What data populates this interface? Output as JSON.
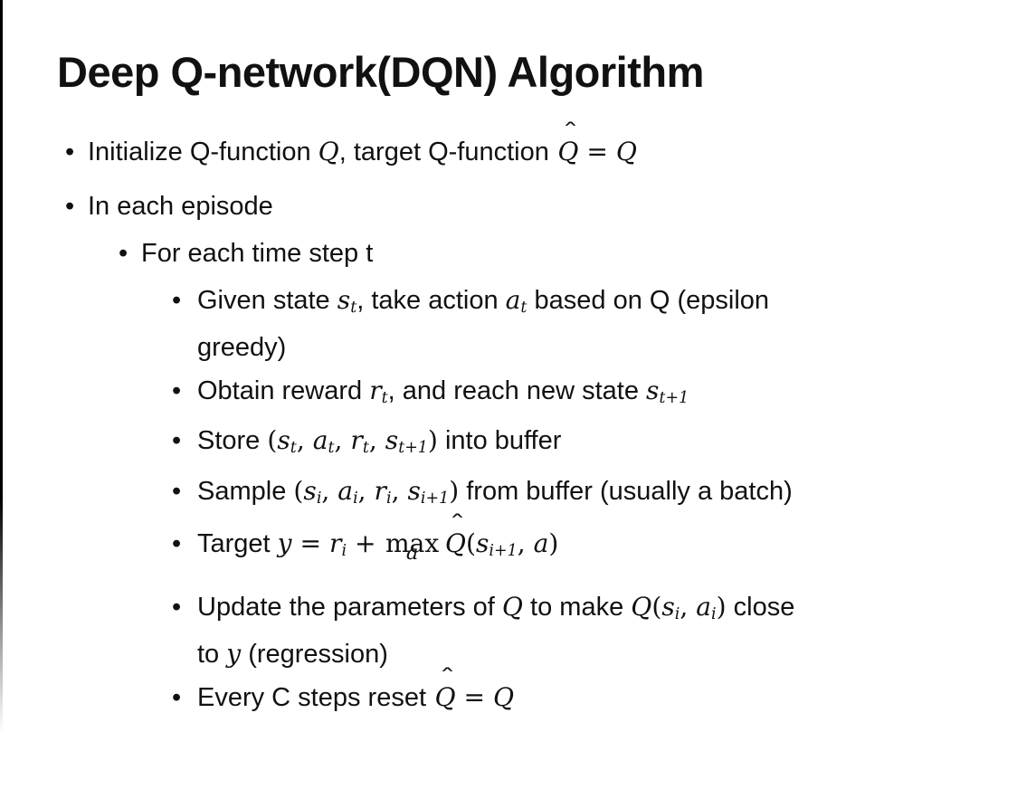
{
  "colors": {
    "background": "#ffffff",
    "text": "#111111",
    "border_line": "#000000"
  },
  "slide": {
    "title": "Deep Q-network(DQN) Algorithm",
    "bullet_glyph": "•",
    "bullets": [
      {
        "level": 1,
        "segments": [
          {
            "s": "Initialize Q-function "
          },
          {
            "m": "Q"
          },
          {
            "s": ", target Q-function "
          },
          {
            "hat": "Q"
          },
          {
            "r": " = "
          },
          {
            "m": "Q"
          }
        ]
      },
      {
        "level": 1,
        "segments": [
          {
            "s": "In each episode"
          }
        ]
      },
      {
        "level": 2,
        "segments": [
          {
            "s": "For each time step t"
          }
        ]
      },
      {
        "level": 3,
        "segments": [
          {
            "s": "Given state "
          },
          {
            "m": "s",
            "sub": "t"
          },
          {
            "s": ", take action "
          },
          {
            "m": "a",
            "sub": "t"
          },
          {
            "s": " based on Q (epsilon"
          },
          {
            "br": true
          },
          {
            "s": "greedy)"
          }
        ]
      },
      {
        "level": 3,
        "segments": [
          {
            "s": "Obtain reward "
          },
          {
            "m": "r",
            "sub": "t"
          },
          {
            "s": ", and reach new state "
          },
          {
            "m": "s",
            "sub": "t+1"
          }
        ]
      },
      {
        "level": 3,
        "segments": [
          {
            "s": "Store "
          },
          {
            "r": "("
          },
          {
            "m": "s",
            "sub": "t"
          },
          {
            "r": ", "
          },
          {
            "m": "a",
            "sub": "t"
          },
          {
            "r": ", "
          },
          {
            "m": "r",
            "sub": "t"
          },
          {
            "r": ", "
          },
          {
            "m": "s",
            "sub": "t+1"
          },
          {
            "r": ")"
          },
          {
            "s": " into buffer"
          }
        ]
      },
      {
        "level": 3,
        "segments": [
          {
            "s": "Sample "
          },
          {
            "r": "("
          },
          {
            "m": "s",
            "sub": "i"
          },
          {
            "r": ", "
          },
          {
            "m": "a",
            "sub": "i"
          },
          {
            "r": ", "
          },
          {
            "m": "r",
            "sub": "i"
          },
          {
            "r": ", "
          },
          {
            "m": "s",
            "sub": "i+1"
          },
          {
            "r": ")"
          },
          {
            "s": " from buffer (usually a batch)"
          }
        ]
      },
      {
        "level": 3,
        "segments": [
          {
            "s": "Target "
          },
          {
            "m": "y"
          },
          {
            "r": " = "
          },
          {
            "m": "r",
            "sub": "i"
          },
          {
            "r": " + "
          },
          {
            "max": "max",
            "under": "a"
          },
          {
            "hat": "Q"
          },
          {
            "r": "("
          },
          {
            "m": "s",
            "sub": "i+1"
          },
          {
            "r": ", "
          },
          {
            "m": "a"
          },
          {
            "r": ")"
          }
        ]
      },
      {
        "level": 3,
        "segments": [
          {
            "s": "Update the parameters of "
          },
          {
            "m": "Q"
          },
          {
            "s": " to make "
          },
          {
            "m": "Q"
          },
          {
            "r": "("
          },
          {
            "m": "s",
            "sub": "i"
          },
          {
            "r": ", "
          },
          {
            "m": "a",
            "sub": "i"
          },
          {
            "r": ")"
          },
          {
            "s": " close"
          },
          {
            "br": true
          },
          {
            "s": "to "
          },
          {
            "m": "y"
          },
          {
            "s": " (regression)"
          }
        ]
      },
      {
        "level": 3,
        "segments": [
          {
            "s": "Every C steps reset "
          },
          {
            "hat": "Q"
          },
          {
            "r": " = "
          },
          {
            "m": "Q"
          }
        ]
      }
    ]
  }
}
